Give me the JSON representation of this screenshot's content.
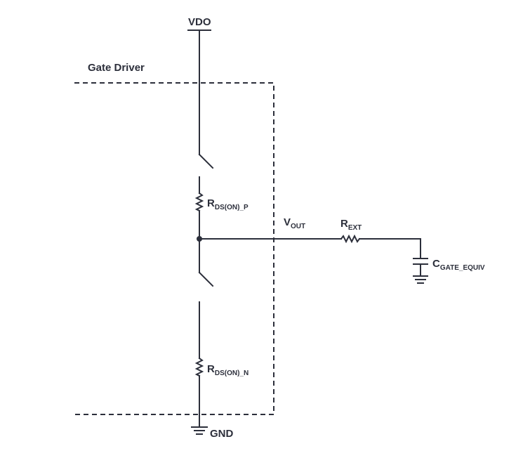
{
  "labels": {
    "vdd": "VDO",
    "gnd": "GND",
    "box_title": "Gate Driver",
    "vout_main": "V",
    "vout_sub": "OUT",
    "rext_main": "R",
    "rext_sub": "EXT",
    "rdson_p_main": "R",
    "rdson_p_sub": "DS(ON)_P",
    "rdson_n_main": "R",
    "rdson_n_sub": "DS(ON)_N",
    "cgate_main": "C",
    "cgate_sub": "GATE_EQUIV"
  },
  "colors": {
    "line": "#2c2f3b",
    "background": "#ffffff"
  }
}
